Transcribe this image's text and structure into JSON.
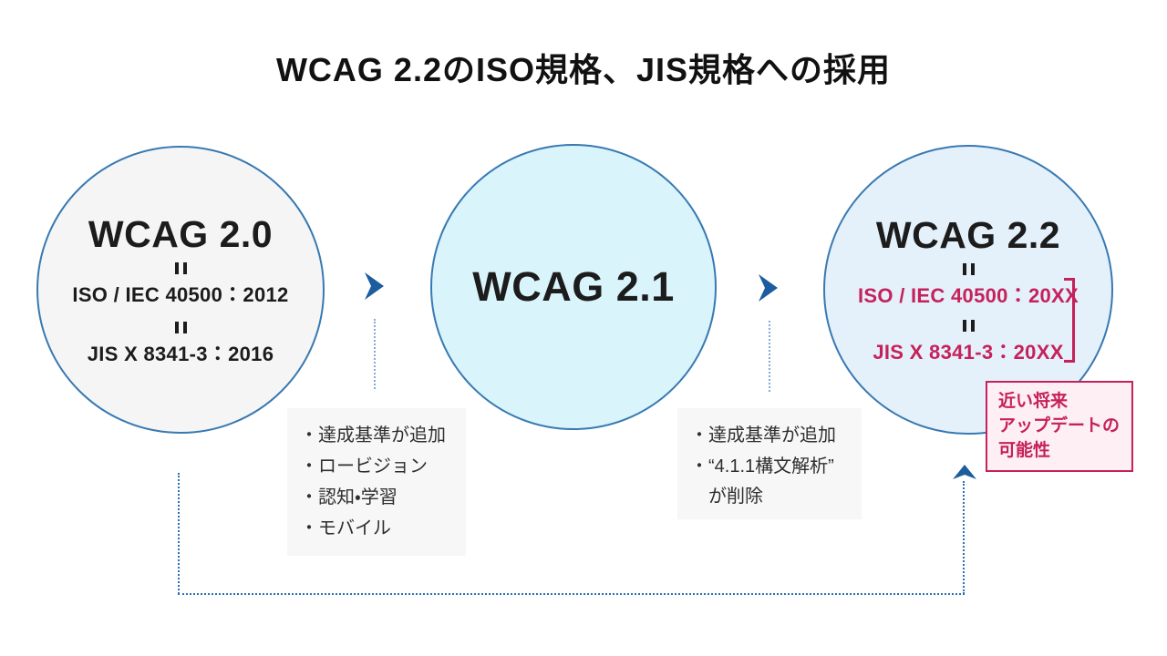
{
  "title": "WCAG 2.2のISO規格、JIS規格への採用",
  "bullet": "・",
  "circles": {
    "wcag20": {
      "label": "WCAG 2.0",
      "iso": "ISO / IEC 40500：2012",
      "jis": "JIS X 8341-3：2016"
    },
    "wcag21": {
      "label": "WCAG 2.1"
    },
    "wcag22": {
      "label": "WCAG 2.2",
      "iso": "ISO / IEC 40500：20XX",
      "jis": "JIS X 8341-3：20XX"
    }
  },
  "notes": {
    "wcag21_changes": {
      "items": [
        "達成基準が追加",
        "ロービジョン",
        "認知・学習",
        "モバイル"
      ]
    },
    "wcag22_changes": {
      "items": [
        "達成基準が追加",
        "“4.1.1構文解析”\nが削除"
      ]
    }
  },
  "callout": {
    "text": "近い将来\nアップデートの\n可能性"
  },
  "icons": {
    "forward_arrow": "chevron-right",
    "up_arrow": "chevron-up"
  },
  "colors": {
    "circle_border_blue": "#3879b2",
    "arrow_blue": "#1d5c9d",
    "dotted_line_blue": "#2e6fae",
    "accent_red": "#c6215a",
    "callout_bg": "#fdeff3",
    "circle20_fill": "#f5f5f6",
    "circle21_fill": "#d9f4fa",
    "circle22_fill": "#e4f1fa",
    "note_bg": "#f7f7f7"
  }
}
